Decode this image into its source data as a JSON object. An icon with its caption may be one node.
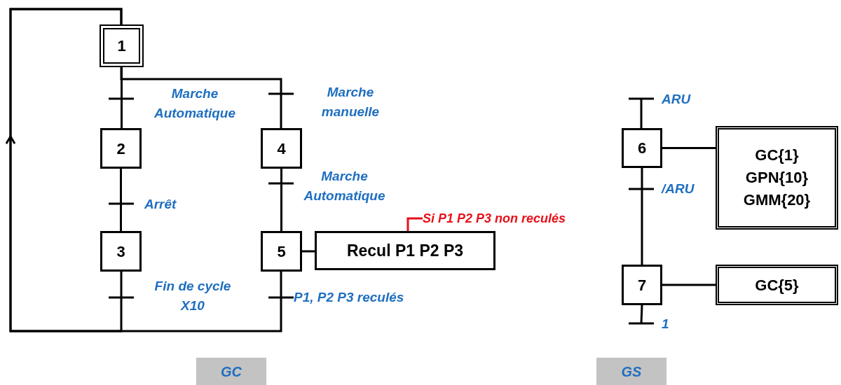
{
  "diagram": {
    "nodes": [
      {
        "text": [
          "1"
        ]
      },
      {
        "text": [
          "2"
        ]
      },
      {
        "text": [
          "3"
        ]
      },
      {
        "text": [
          "4"
        ]
      },
      {
        "text": [
          "5"
        ]
      },
      {
        "text": [
          "Recul P1 P2 P3"
        ]
      },
      {
        "text": [
          "Si P1 P2 P3 non reculés"
        ]
      },
      {
        "text": [
          "6"
        ]
      },
      {
        "text": [
          "GC{1}",
          "GPN{10}",
          "GMM{20}"
        ]
      },
      {
        "text": [
          "7"
        ]
      },
      {
        "text": [
          "GC{5}"
        ]
      },
      {
        "text": [
          "GC"
        ]
      },
      {
        "text": [
          "GS"
        ]
      }
    ],
    "edges": [
      {
        "from": 0,
        "to": 1,
        "arrow": "none",
        "label": "Marche Automatique"
      },
      {
        "from": 0,
        "to": 3,
        "arrow": "none",
        "label": "Marche manuelle"
      },
      {
        "from": 1,
        "to": 2,
        "arrow": "none",
        "label": "Arrêt"
      },
      {
        "from": 3,
        "to": 4,
        "arrow": "none",
        "label": "Marche Automatique"
      },
      {
        "from": 2,
        "to": 0,
        "arrow": "to",
        "label": "Fin de cycle X10"
      },
      {
        "from": 4,
        "to": 0,
        "arrow": "to",
        "label": "P1, P2 P3 reculés"
      },
      {
        "from": 4,
        "to": 5,
        "arrow": "none"
      },
      {
        "from": 6,
        "to": 5,
        "arrow": "none",
        "color": "#e8101a"
      },
      {
        "from": null,
        "to": 7,
        "arrow": "none",
        "label": "ARU"
      },
      {
        "from": 7,
        "to": 9,
        "arrow": "none",
        "label": "/ARU"
      },
      {
        "from": 9,
        "to": null,
        "arrow": "none",
        "label": "1"
      },
      {
        "from": 7,
        "to": 8,
        "arrow": "none"
      },
      {
        "from": 9,
        "to": 10,
        "arrow": "none"
      }
    ]
  }
}
